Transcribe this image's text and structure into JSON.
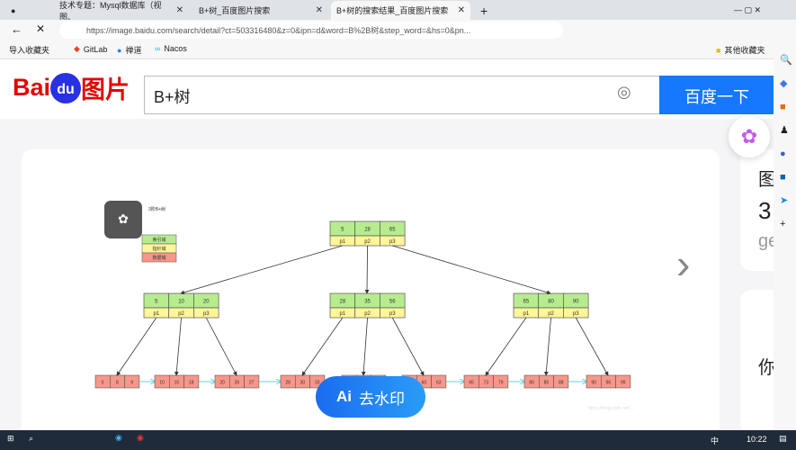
{
  "browser": {
    "tabs": [
      {
        "label": "技术专题：Mysql数据库（视图、"
      },
      {
        "label": "B+树_百度图片搜索"
      },
      {
        "label": "B+树的搜索结果_百度图片搜索",
        "active": true
      }
    ],
    "url": "https://image.baidu.com/search/detail?ct=503316480&z=0&ipn=d&word=B%2B树&step_word=&hs=0&pn...",
    "bookmarks": [
      "导入收藏夹",
      "GitLab",
      "禅道",
      "Nacos"
    ],
    "other_bookmarks": "其他收藏夹"
  },
  "header": {
    "logo": "Bai du 图片",
    "search_value": "B+树",
    "search_button": "百度一下"
  },
  "diagram": {
    "title": "3阶B+树",
    "legend": [
      "索引域",
      "指针域",
      "数据域"
    ],
    "colors": {
      "index": "#b7ec8e",
      "pointer": "#fff59a",
      "data": "#f7978a",
      "link": "#6ccfd8"
    },
    "root": {
      "keys": [
        "5",
        "28",
        "65"
      ],
      "ptrs": [
        "p1",
        "p2",
        "p3"
      ]
    },
    "internal": [
      {
        "keys": [
          "5",
          "10",
          "20"
        ],
        "ptrs": [
          "p1",
          "p2",
          "p3"
        ]
      },
      {
        "keys": [
          "28",
          "35",
          "56"
        ],
        "ptrs": [
          "p1",
          "p2",
          "p3"
        ]
      },
      {
        "keys": [
          "65",
          "80",
          "90"
        ],
        "ptrs": [
          "p1",
          "p2",
          "p3"
        ]
      }
    ],
    "leaves": [
      [
        "5",
        "8",
        "9"
      ],
      [
        "10",
        "15",
        "18"
      ],
      [
        "20",
        "26",
        "27"
      ],
      [
        "28",
        "30",
        "33"
      ],
      [
        "",
        "",
        ""
      ],
      [
        "",
        "60",
        "63"
      ],
      [
        "65",
        "73",
        "79"
      ],
      [
        "80",
        "85",
        "88"
      ],
      [
        "90",
        "96",
        "99"
      ]
    ],
    "watermark": "https://blog.csdn.net/...."
  },
  "remove_watermark": "去水印",
  "side_card": {
    "line1": "图",
    "line2": "3",
    "line3": "ge"
  },
  "side_card2": {
    "text": "你"
  },
  "taskbar": {
    "time": "10:22",
    "ime": "中"
  }
}
